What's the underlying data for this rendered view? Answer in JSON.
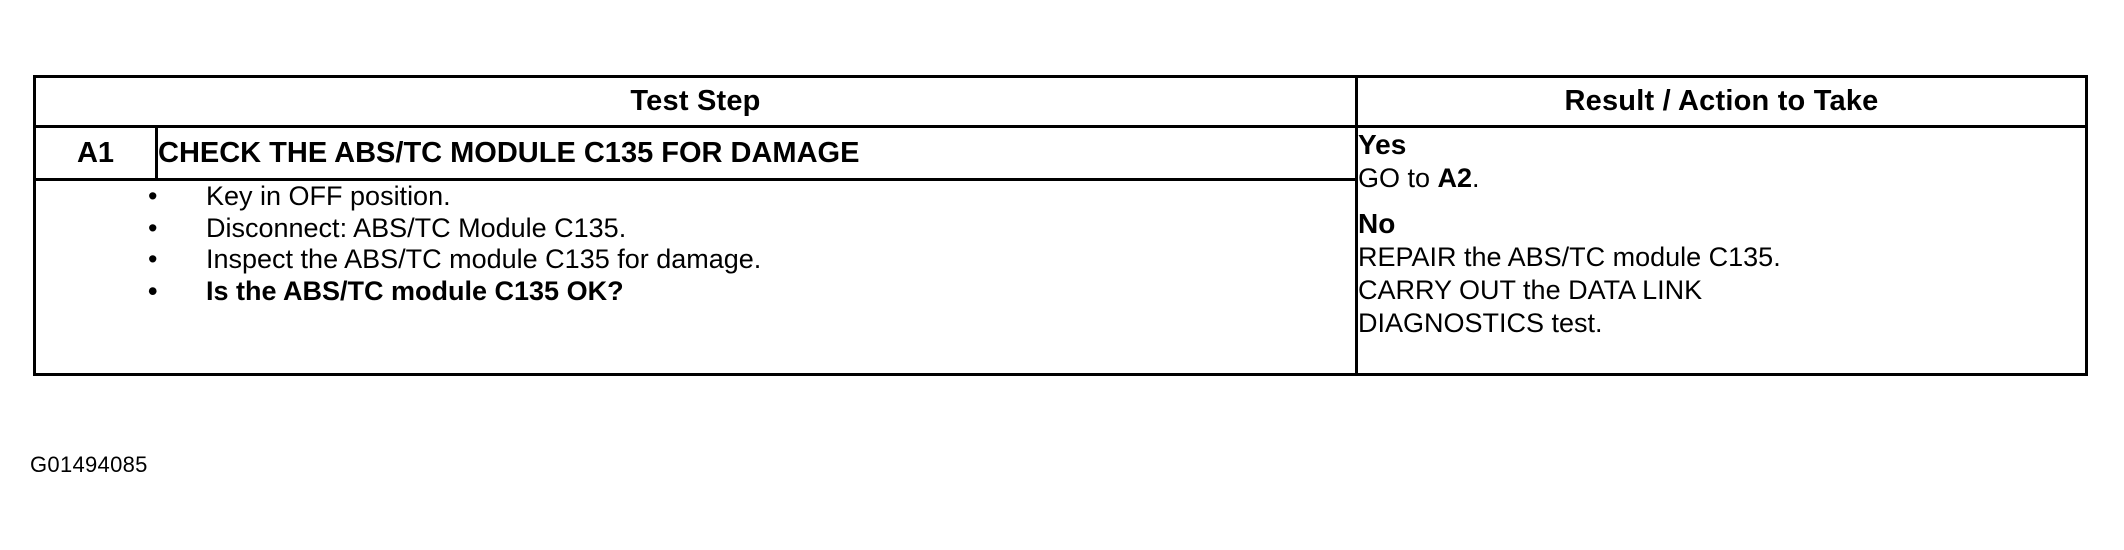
{
  "table": {
    "headers": {
      "test_step": "Test Step",
      "result_action": "Result / Action to Take"
    },
    "rows": [
      {
        "step_id": "A1",
        "title": "CHECK THE ABS/TC MODULE C135 FOR DAMAGE",
        "bullet_glyph": "•",
        "steps": [
          {
            "text": "Key in OFF position.",
            "bold": false
          },
          {
            "text": "Disconnect: ABS/TC Module C135.",
            "bold": false
          },
          {
            "text": "Inspect the ABS/TC module C135 for damage.",
            "bold": false
          },
          {
            "text": "Is the ABS/TC module C135 OK?",
            "bold": true
          }
        ],
        "results": [
          {
            "label": "Yes",
            "lines": [
              {
                "prefix": "GO to ",
                "strong": "A2",
                "suffix": "."
              }
            ]
          },
          {
            "label": "No",
            "lines": [
              {
                "prefix": "REPAIR the ABS/TC module C135.",
                "strong": "",
                "suffix": ""
              },
              {
                "prefix": "CARRY OUT the DATA LINK",
                "strong": "",
                "suffix": ""
              },
              {
                "prefix": "DIAGNOSTICS test.",
                "strong": "",
                "suffix": ""
              }
            ]
          }
        ]
      }
    ]
  },
  "figure": {
    "caption": "G01494085"
  },
  "colors": {
    "border": "#000000",
    "text": "#000000",
    "background": "#ffffff"
  }
}
